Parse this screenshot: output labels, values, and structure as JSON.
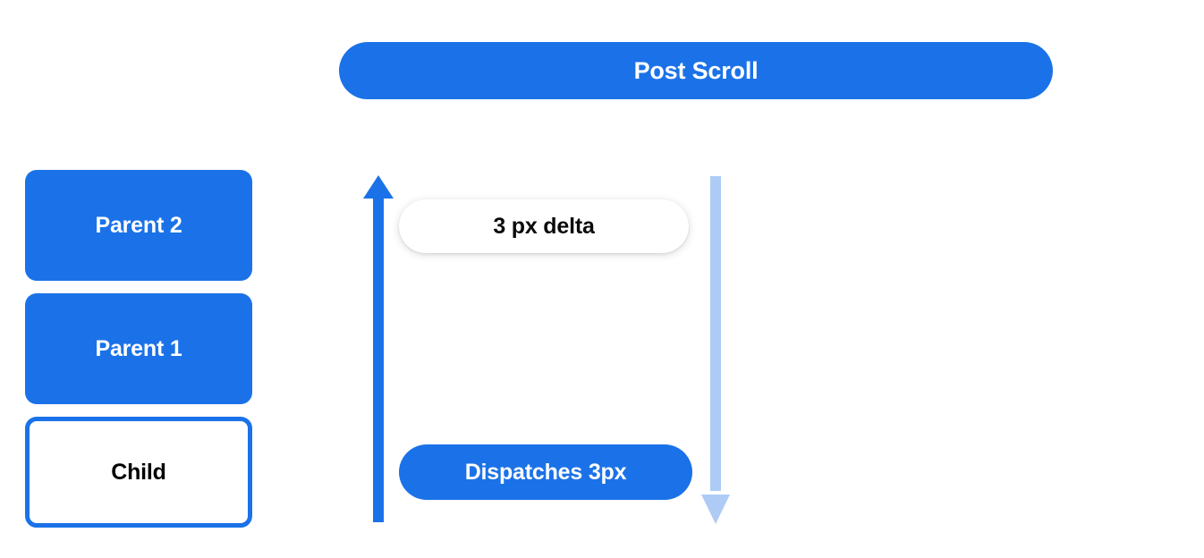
{
  "header": {
    "title": "Post Scroll",
    "background_color": "#1b72e8",
    "text_color": "#ffffff"
  },
  "hierarchy": {
    "boxes": [
      {
        "label": "Parent 2",
        "style": "filled",
        "fill_color": "#1b72e8",
        "text_color": "#ffffff"
      },
      {
        "label": "Parent 1",
        "style": "filled",
        "fill_color": "#1b72e8",
        "text_color": "#ffffff"
      },
      {
        "label": "Child",
        "style": "outlined",
        "fill_color": "#ffffff",
        "border_color": "#1b72e8",
        "text_color": "#000000"
      }
    ]
  },
  "flow": {
    "arrows": [
      {
        "name": "scroll-bubble-up-arrow",
        "direction": "up",
        "color": "#1b72e8",
        "head": "top"
      },
      {
        "name": "remaining-scroll-down-arrow",
        "direction": "down",
        "color": "#aecbf5",
        "head": "bottom"
      }
    ],
    "delta_pill": {
      "label": "3 px delta",
      "background_color": "#ffffff",
      "text_color": "#0b0b0b"
    },
    "dispatch_pill": {
      "label": "Dispatches 3px",
      "background_color": "#1b72e8",
      "text_color": "#ffffff"
    }
  },
  "colors": {
    "brand_blue": "#1b72e8",
    "light_blue": "#aecbf5",
    "canvas": "#ffffff"
  }
}
